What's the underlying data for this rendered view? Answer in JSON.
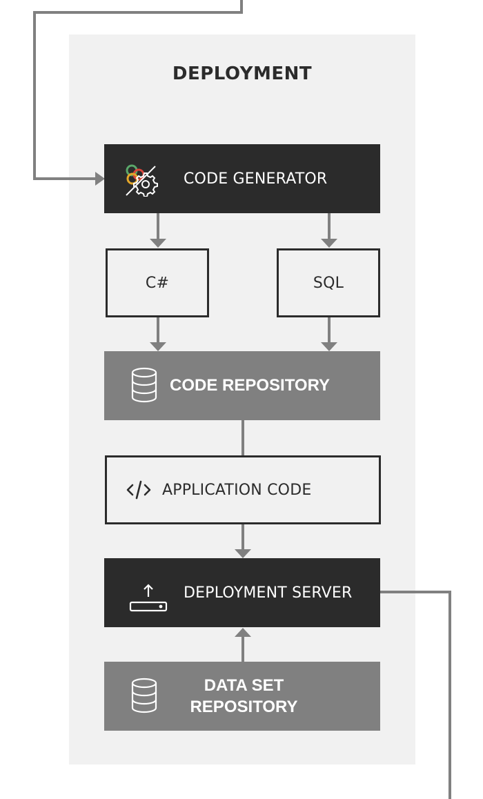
{
  "diagram": {
    "title": "DEPLOYMENT",
    "nodes": {
      "code_generator": {
        "label": "CODE GENERATOR",
        "icon": "gear-palette-icon"
      },
      "csharp": {
        "label": "C#"
      },
      "sql": {
        "label": "SQL"
      },
      "code_repository": {
        "label": "CODE REPOSITORY",
        "icon": "database-icon"
      },
      "application_code": {
        "label": "APPLICATION CODE",
        "icon": "code-brackets-icon"
      },
      "deployment_server": {
        "label": "DEPLOYMENT SERVER",
        "icon": "server-upload-icon"
      },
      "data_set_repository": {
        "label_line1": "DATA SET",
        "label_line2": "REPOSITORY",
        "icon": "database-icon"
      }
    },
    "colors": {
      "dark_box": "#2b2b2b",
      "grey_box": "#808080",
      "panel": "#f1f1f1",
      "connector": "#808080"
    }
  }
}
